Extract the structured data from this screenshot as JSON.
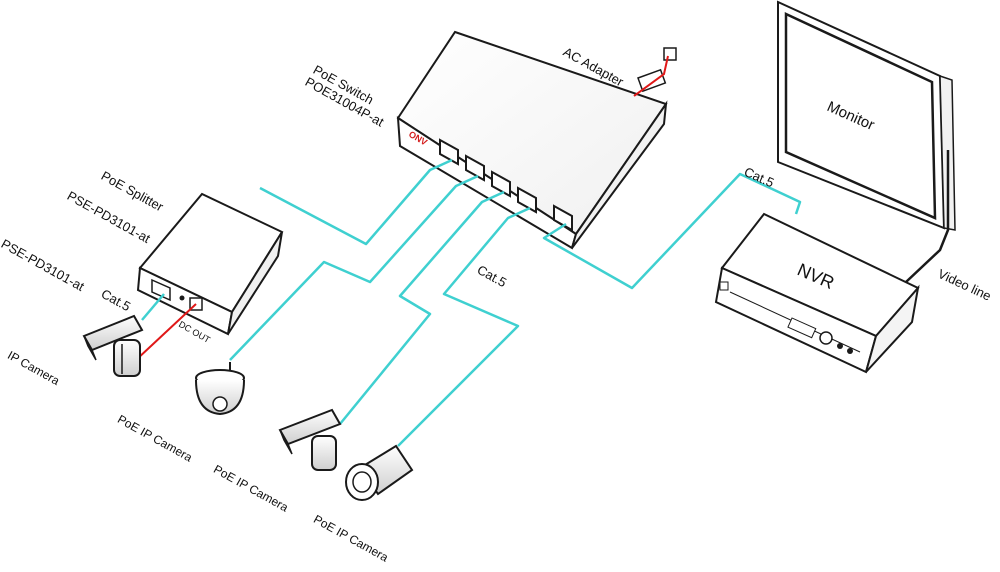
{
  "labels": {
    "poe_switch_title": "PoE  Switch",
    "poe_switch_model": "POE31004P-at",
    "ac_adapter": "AC Adapter",
    "monitor": "Monitor",
    "nvr": "NVR",
    "video_line": "Video line",
    "cat5_nvr": "Cat.5",
    "cat5_middle": "Cat.5",
    "cat5_splitter": "Cat.5",
    "poe_splitter_title": "PoE Splitter",
    "poe_splitter_model": "PSE-PD3101-at",
    "pse_model": "PSE-PD3101-at",
    "dc_out": "DC OUT",
    "ip_camera": "IP Camera",
    "poe_ip_camera_1": "PoE IP Camera",
    "poe_ip_camera_2": "PoE IP Camera",
    "poe_ip_camera_3": "PoE IP Camera",
    "switch_brand": "ONV"
  },
  "colors": {
    "cable": "#3fd0d0",
    "power_cable": "#e01818",
    "brand_red": "#d42020",
    "line": "#1a1a1a"
  }
}
